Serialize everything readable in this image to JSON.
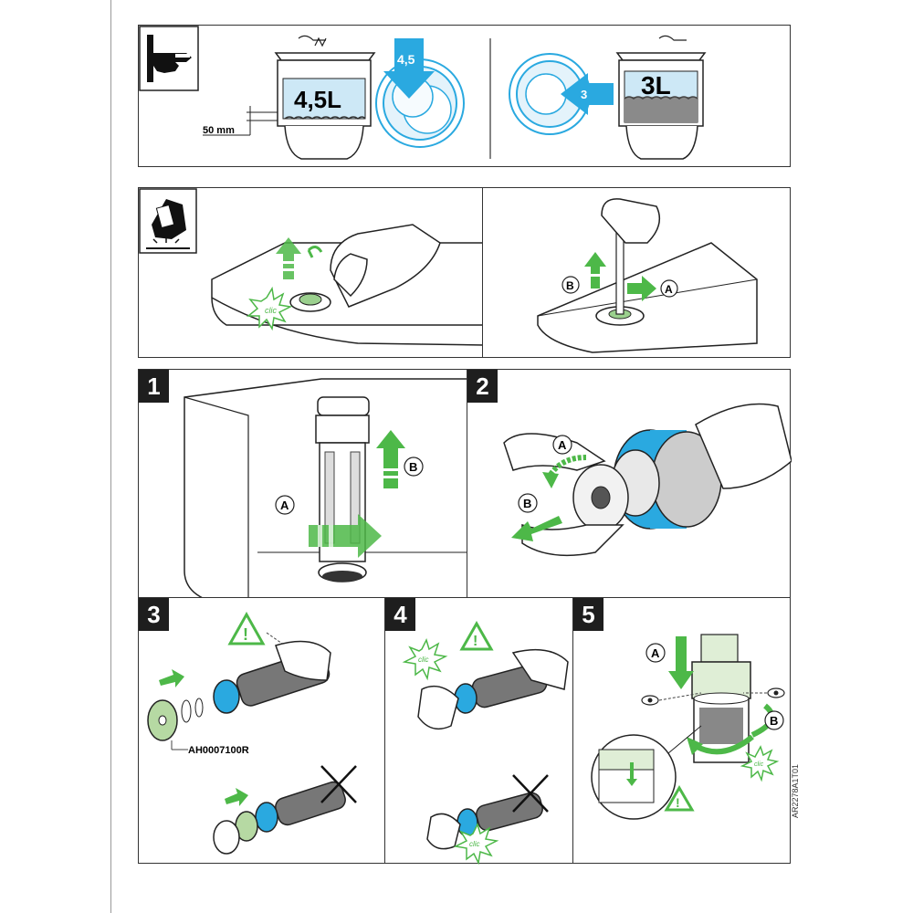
{
  "top": {
    "left_volume": "4,5L",
    "left_badge": "4,5",
    "height_note": "50 mm",
    "right_volume": "3L",
    "right_badge": "3"
  },
  "steps": {
    "s1": "1",
    "s2": "2",
    "s3": "3",
    "s4": "4",
    "s5": "5"
  },
  "labels": {
    "a": "A",
    "b": "B",
    "clic": "clic",
    "part_code": "AH0007100R"
  },
  "document_code": "AR2278A1T01"
}
